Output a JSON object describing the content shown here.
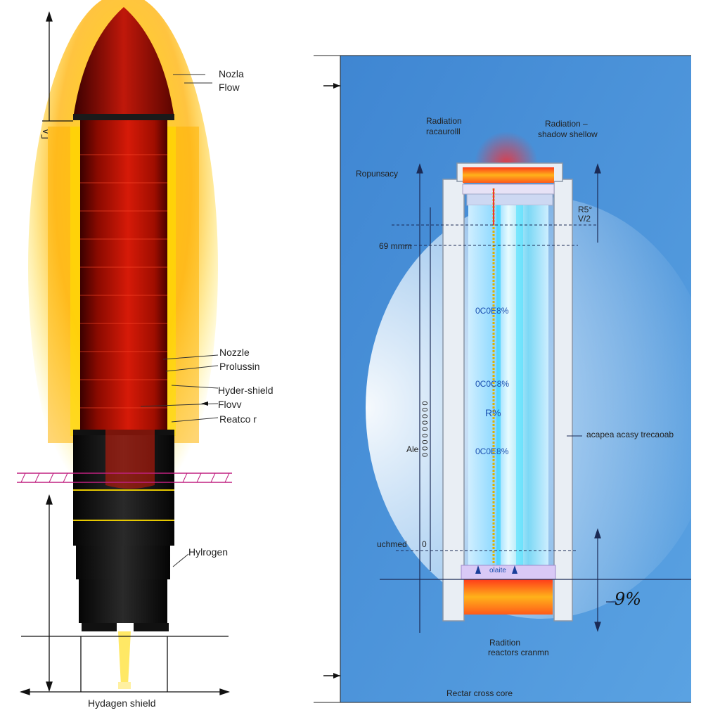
{
  "left_panel": {
    "labels": {
      "nozzle_top": "Nozla",
      "flow_top": "Flow",
      "nozzle": "Nozzle",
      "propulsion": "Prolussin",
      "hyder_shield": "Hyder-shield",
      "flow": "Flovv",
      "reactor": "Reatco r",
      "hydrogen": "Hylrogen",
      "hydrogen_shield": "Hydagen shield",
      "side_mark": "ᒥ∧"
    }
  },
  "right_panel": {
    "background": "#4a95db",
    "labels": {
      "radiation_top_left_1": "Radiation",
      "radiation_top_left_2": "racaurolll",
      "radiation_top_right_1": "Radiation –",
      "radiation_top_right_2": "shadow shellow",
      "ropunsacy": "Ropunsacy",
      "dim_top_right_1": "R5°",
      "dim_top_right_2": "V/2",
      "dim_left": "69 mmm",
      "pct_1": "0C0E8%",
      "pct_2": "0C0C8%",
      "pct_mid": "R%",
      "pct_3": "0C0E8%",
      "ale": "Ale",
      "vertical_text": "0 0 0 0 0 0 0 0 0",
      "uchmed": "uchmed",
      "small_b": "0",
      "base_label": "olaite",
      "escape": "acapea acasy trecaoab",
      "percent_big": "9%",
      "radiation_bottom_1": "Radition",
      "radiation_bottom_2": "reactors cranmn",
      "caption": "Rectar cross core"
    }
  },
  "colors": {
    "rocket_red": "#c21a0a",
    "glow_yellow": "#ffd400",
    "glow_orange": "#ff9a00",
    "panel_blue": "#4a95db",
    "core_cyan": "#7fe0ff"
  }
}
